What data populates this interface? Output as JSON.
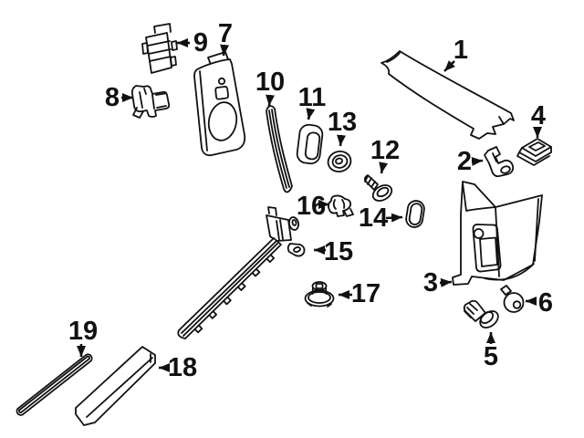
{
  "diagram": {
    "type": "exploded-parts-diagram",
    "background_color": "#ffffff",
    "line_color": "#111111",
    "callout_count": 19,
    "callouts": [
      {
        "number": "1"
      },
      {
        "number": "2"
      },
      {
        "number": "3"
      },
      {
        "number": "4"
      },
      {
        "number": "5"
      },
      {
        "number": "6"
      },
      {
        "number": "7"
      },
      {
        "number": "8"
      },
      {
        "number": "9"
      },
      {
        "number": "10"
      },
      {
        "number": "11"
      },
      {
        "number": "12"
      },
      {
        "number": "13"
      },
      {
        "number": "14"
      },
      {
        "number": "15"
      },
      {
        "number": "16"
      },
      {
        "number": "17"
      },
      {
        "number": "18"
      },
      {
        "number": "19"
      }
    ]
  }
}
